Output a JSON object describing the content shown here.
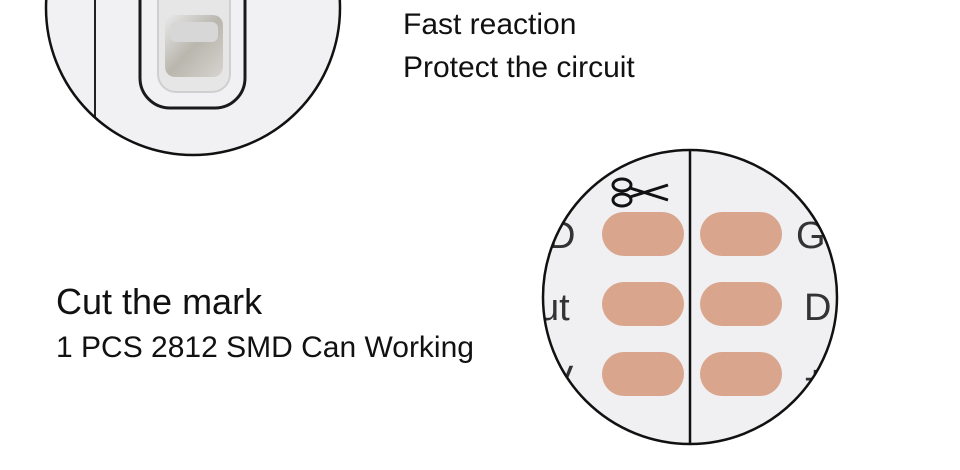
{
  "top_right": {
    "line1": "Fast reaction",
    "line2": "Protect the circuit"
  },
  "bottom_left": {
    "title": "Cut the mark",
    "subtitle": "1 PCS 2812 SMD Can Working"
  },
  "pcb_labels": {
    "top_left_partial": "D",
    "mid_left_partial": "ut",
    "bottom_left_partial": "V",
    "top_right_partial": "G",
    "mid_right_partial": "D",
    "bottom_right_partial": "+"
  },
  "colors": {
    "board": "#f0f0f3",
    "pad": "#d8a48c",
    "outline": "#111111"
  }
}
